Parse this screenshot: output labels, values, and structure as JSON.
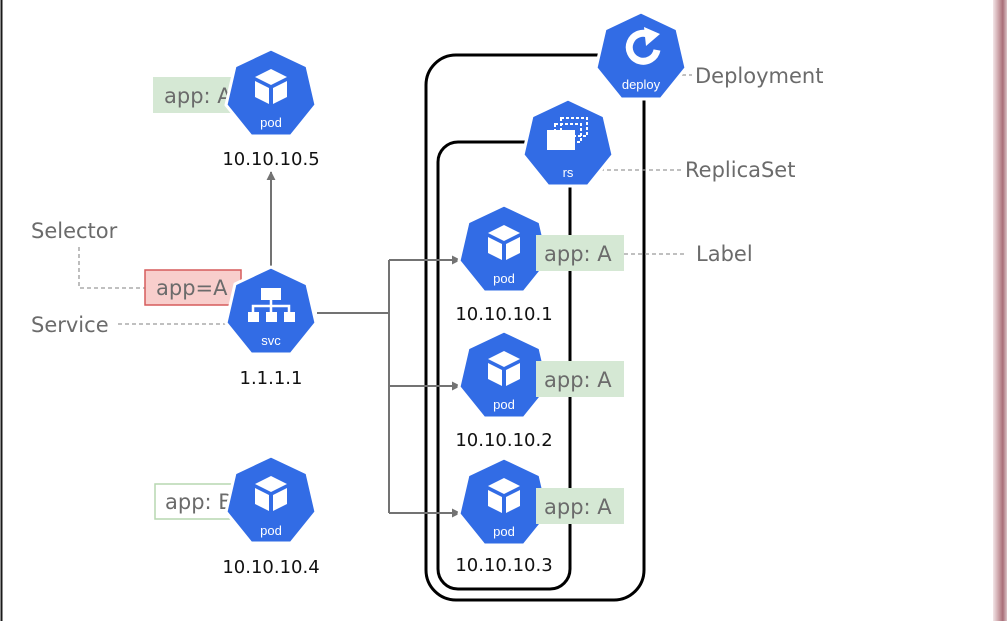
{
  "colors": {
    "k8s_blue": "#326ce5",
    "label_green_bg": "#d5e8d4",
    "selector_red_bg": "#f8cecc",
    "selector_red_border": "#d65c5c",
    "label_b_border": "#b7d7b1",
    "text_gray": "#6b6b6b",
    "arrow_gray": "#737373",
    "edge_mauve": "#c79aa0"
  },
  "icons": {
    "pod": "cube-icon",
    "svc": "network-hierarchy-icon",
    "rs": "stacked-windows-icon",
    "deploy": "circular-arrow-icon"
  },
  "nodes": {
    "pod_top": {
      "type_label": "pod",
      "tag": "app: A",
      "ip": "10.10.10.5"
    },
    "service": {
      "type_label": "svc",
      "selector_tag": "app=A",
      "ip": "1.1.1.1"
    },
    "pod_bottom": {
      "type_label": "pod",
      "tag": "app: B",
      "ip": "10.10.10.4"
    },
    "replicaset": {
      "type_label": "rs"
    },
    "deployment": {
      "type_label": "deploy"
    },
    "pod_1": {
      "type_label": "pod",
      "tag": "app: A",
      "ip": "10.10.10.1"
    },
    "pod_2": {
      "type_label": "pod",
      "tag": "app: A",
      "ip": "10.10.10.2"
    },
    "pod_3": {
      "type_label": "pod",
      "tag": "app: A",
      "ip": "10.10.10.3"
    }
  },
  "annotations": {
    "selector": "Selector",
    "service": "Service",
    "deployment": "Deployment",
    "replicaset": "ReplicaSet",
    "label": "Label"
  }
}
